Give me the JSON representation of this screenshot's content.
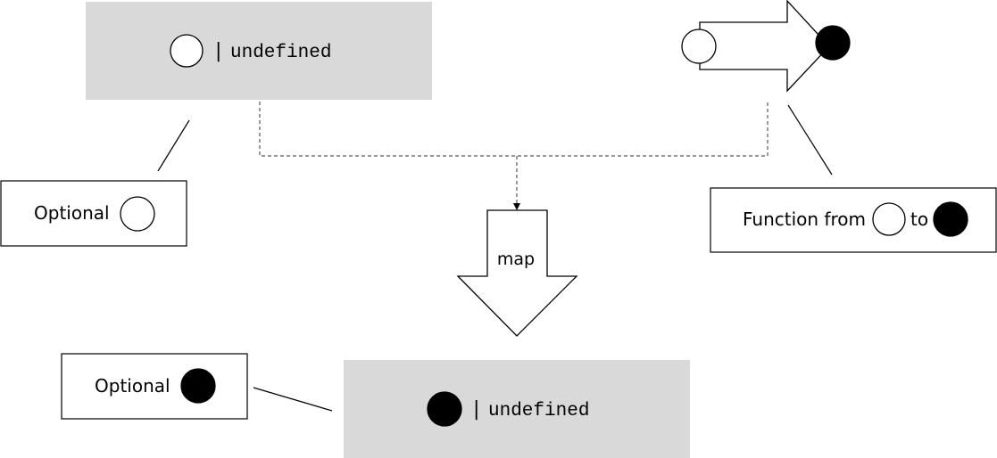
{
  "top_type": {
    "pipe": "|",
    "keyword": "undefined"
  },
  "bottom_type": {
    "pipe": "|",
    "keyword": "undefined"
  },
  "optional_in_label": {
    "text": "Optional"
  },
  "optional_out_label": {
    "text": "Optional"
  },
  "function_label": {
    "prefix": "Function from",
    "middle": "to"
  },
  "map_arrow": {
    "label": "map"
  },
  "colors": {
    "type_box_fill": "#d9d9d9",
    "stroke": "#000000",
    "open_circle_fill": "#ffffff",
    "filled_circle_fill": "#000000",
    "dashed_line": "#595959"
  },
  "icons": {
    "input_value": "open-circle-icon",
    "output_value": "filled-circle-icon",
    "function": "right-arrow-icon",
    "map": "down-arrow-icon"
  }
}
